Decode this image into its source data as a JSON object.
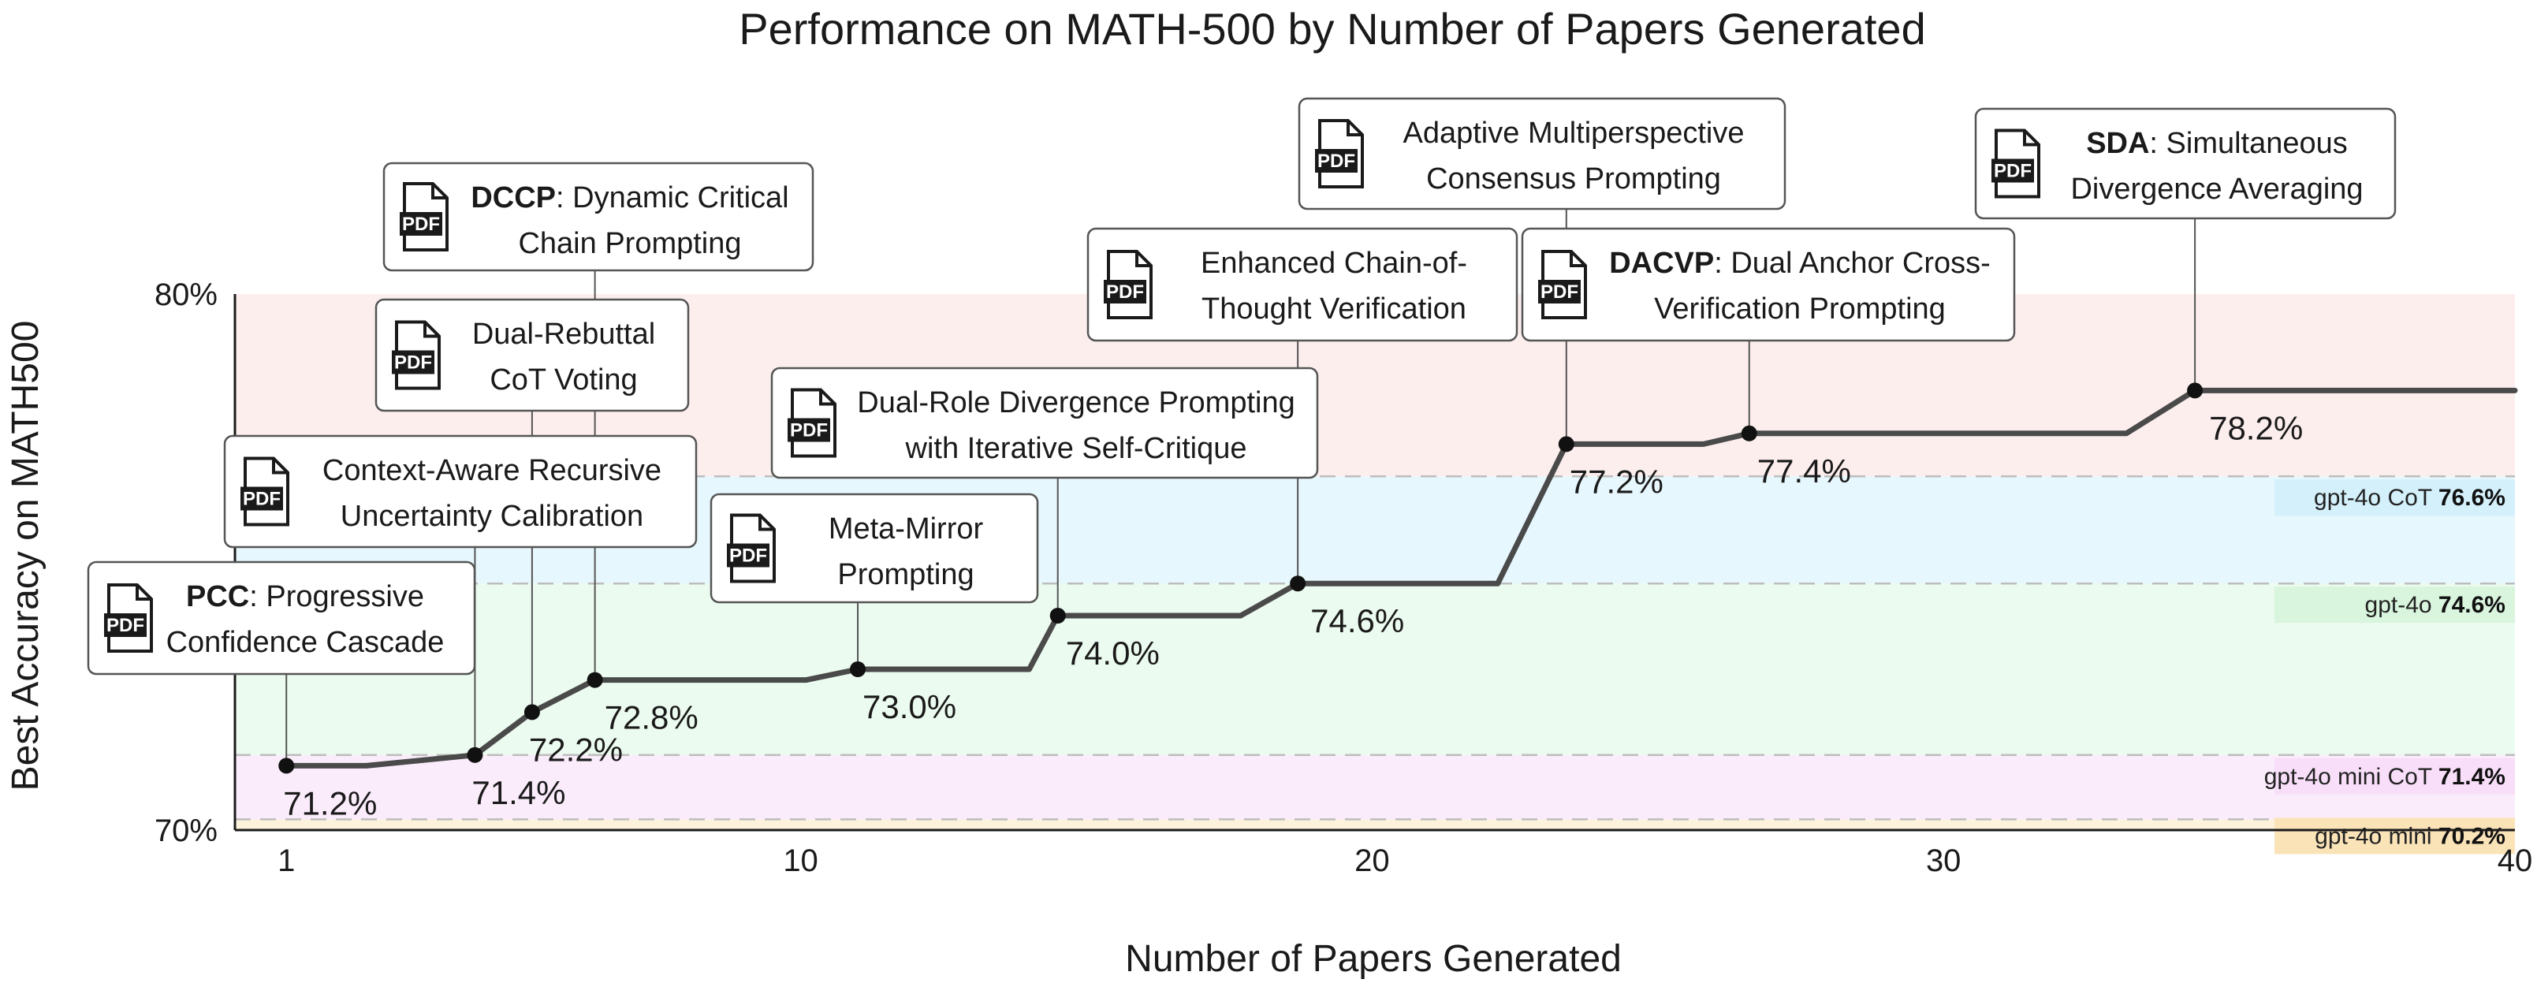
{
  "chart_data": {
    "type": "line",
    "title": "Performance on MATH-500 by Number of Papers Generated",
    "xlabel": "Number of Papers Generated",
    "ylabel": "Best Accuracy on MATH500",
    "xlim": [
      0.1,
      40
    ],
    "ylim": [
      70,
      80
    ],
    "x_ticks": [
      1,
      10,
      20,
      30,
      40
    ],
    "y_ticks": [
      {
        "value": 80,
        "label": "80%"
      },
      {
        "value": 70,
        "label": "70%"
      }
    ],
    "series": [
      {
        "color": "#4a4a4a",
        "step_x": [
          1,
          2.4,
          4.3,
          5.3,
          6.4,
          10.1,
          11.0,
          14.0,
          14.5,
          17.7,
          18.7,
          22.2,
          23.4,
          25.8,
          26.6,
          33.2,
          34.4,
          40
        ],
        "step_y": [
          71.2,
          71.2,
          71.4,
          72.2,
          72.8,
          72.8,
          73.0,
          73.0,
          74.0,
          74.0,
          74.6,
          74.6,
          77.2,
          77.2,
          77.4,
          77.4,
          78.2,
          78.2
        ]
      }
    ],
    "points": [
      {
        "x": 1,
        "y": 71.2,
        "label": "71.2%"
      },
      {
        "x": 4.3,
        "y": 71.4,
        "label": "71.4%"
      },
      {
        "x": 5.3,
        "y": 72.2,
        "label": "72.2%"
      },
      {
        "x": 6.4,
        "y": 72.8,
        "label": "72.8%"
      },
      {
        "x": 11.0,
        "y": 73.0,
        "label": "73.0%"
      },
      {
        "x": 14.5,
        "y": 74.0,
        "label": "74.0%"
      },
      {
        "x": 18.7,
        "y": 74.6,
        "label": "74.6%"
      },
      {
        "x": 23.4,
        "y": 77.2,
        "label": "77.2%"
      },
      {
        "x": 26.6,
        "y": 77.4,
        "label": "77.4%"
      },
      {
        "x": 34.4,
        "y": 78.2,
        "label": "78.2%"
      }
    ],
    "reference_bands": [
      {
        "name": "gpt-4o mini",
        "value": 70.2,
        "value_label": "70.2%",
        "color": "#fdf2dc",
        "tag_color": "#fbe3b8"
      },
      {
        "name": "gpt-4o mini CoT",
        "value": 71.4,
        "value_label": "71.4%",
        "color": "#fbecfb",
        "tag_color": "#f8def8"
      },
      {
        "name": "gpt-4o",
        "value": 74.6,
        "value_label": "74.6%",
        "color": "#ecfbef",
        "tag_color": "#d9f5de"
      },
      {
        "name": "gpt-4o CoT",
        "value": 76.6,
        "value_label": "76.6%",
        "color": "#e6f7fd",
        "tag_color": "#d3f0fb"
      },
      {
        "name": "",
        "value": 80,
        "color": "#fdeeee"
      }
    ],
    "annotations": [
      {
        "point": 0,
        "bold": "PCC",
        "lines": [
          ": Progressive",
          "Confidence Cascade"
        ]
      },
      {
        "point": 1,
        "bold": "",
        "lines": [
          "Context-Aware Recursive",
          "Uncertainty Calibration"
        ]
      },
      {
        "point": 2,
        "bold": "",
        "lines": [
          "Dual-Rebuttal",
          "CoT Voting"
        ]
      },
      {
        "point": 3,
        "bold": "DCCP",
        "lines": [
          ": Dynamic Critical",
          "Chain Prompting"
        ]
      },
      {
        "point": 4,
        "bold": "",
        "lines": [
          "Meta-Mirror",
          "Prompting"
        ]
      },
      {
        "point": 5,
        "bold": "",
        "lines": [
          "Dual-Role Divergence Prompting",
          "with Iterative Self-Critique"
        ]
      },
      {
        "point": 6,
        "bold": "",
        "lines": [
          "Enhanced Chain-of-",
          "Thought Verification"
        ]
      },
      {
        "point": 7,
        "bold": "",
        "lines": [
          "Adaptive Multiperspective",
          "Consensus Prompting"
        ]
      },
      {
        "point": 8,
        "bold": "DACVP",
        "lines": [
          ": Dual Anchor Cross-",
          "Verification Prompting"
        ]
      },
      {
        "point": 9,
        "bold": "SDA",
        "lines": [
          ": Simultaneous",
          "Divergence Averaging"
        ]
      }
    ],
    "annotation_icon_text": "PDF",
    "grid": false,
    "legend": "none"
  }
}
